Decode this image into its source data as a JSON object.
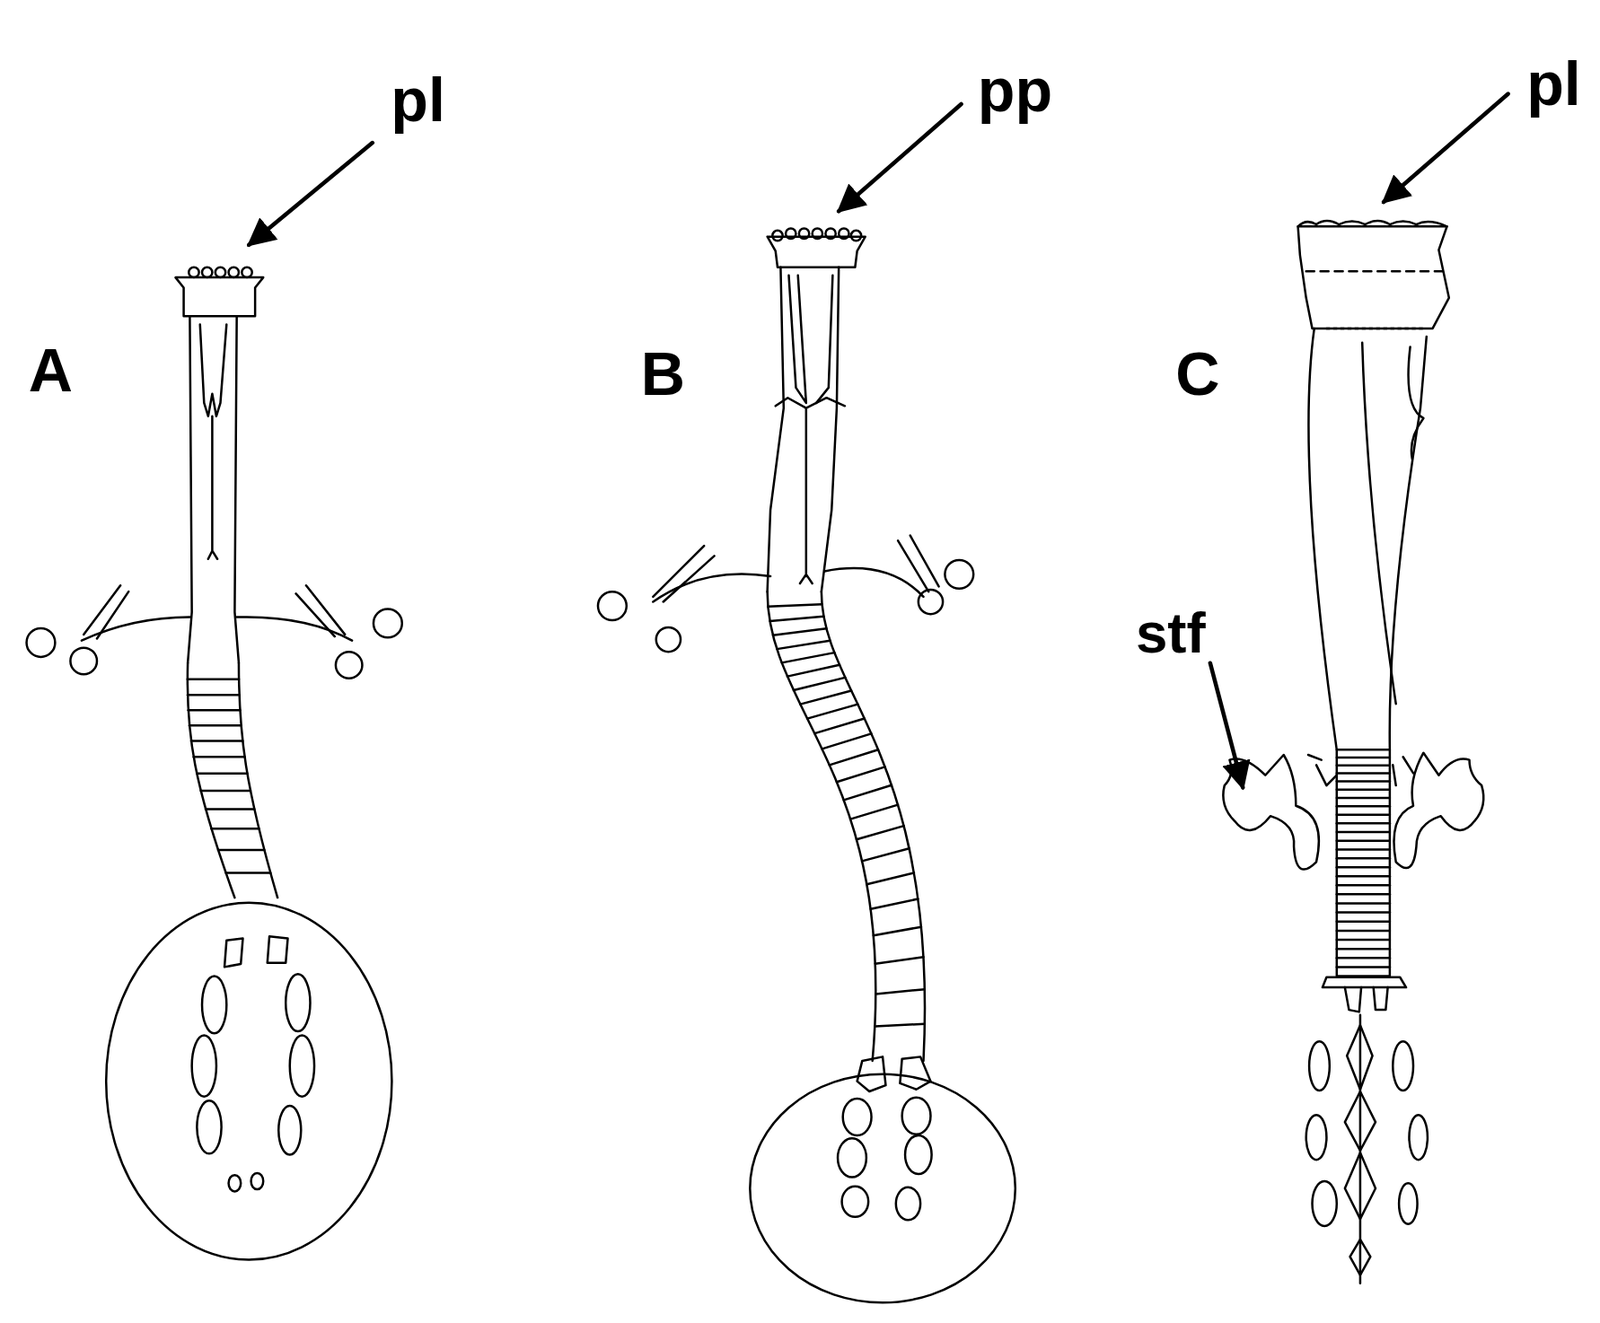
{
  "diagram": {
    "labels": [
      "A",
      "pl",
      "B",
      "pp",
      "C",
      "pl",
      "stf"
    ]
  }
}
